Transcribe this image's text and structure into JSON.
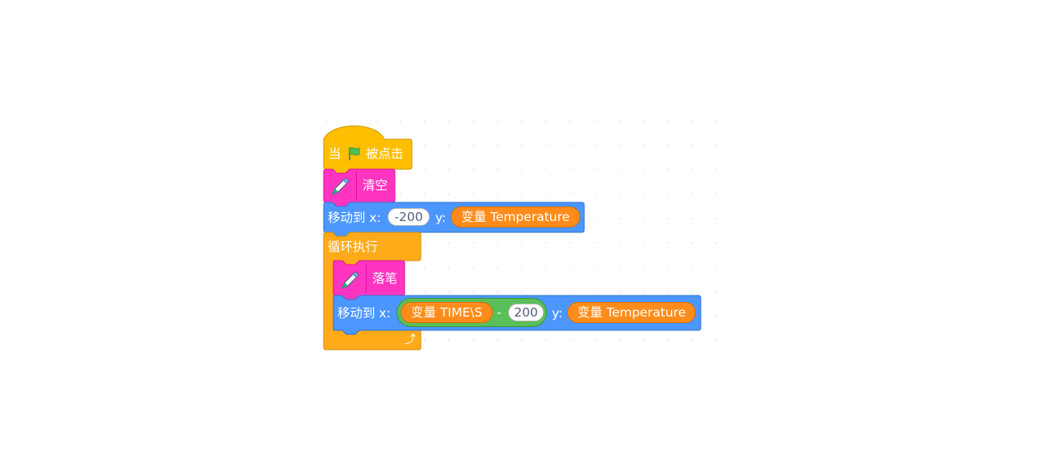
{
  "colors": {
    "events": "#FFBF00",
    "control": "#FFAB19",
    "pen": "#FF35C2",
    "motion": "#4C97FF",
    "variable": "#FF8C1A",
    "operator": "#59C059"
  },
  "script": {
    "hat": {
      "prefix": "当",
      "icon": "green-flag-icon",
      "suffix": "被点击"
    },
    "clear": {
      "label": "清空",
      "icon": "pen-icon"
    },
    "goto1": {
      "label": "移动到 x:",
      "x_value": "-200",
      "y_label": "y:",
      "y_reporter": "变量 Temperature"
    },
    "forever": {
      "label": "循环执行",
      "icon": "loop-arrow-icon"
    },
    "pen_down": {
      "label": "落笔",
      "icon": "pen-icon"
    },
    "goto2": {
      "label": "移动到 x:",
      "x_reporter": "变量 TIME\\S",
      "operator": "-",
      "operand": "200",
      "y_label": "y:",
      "y_reporter": "变量 Temperature"
    }
  }
}
